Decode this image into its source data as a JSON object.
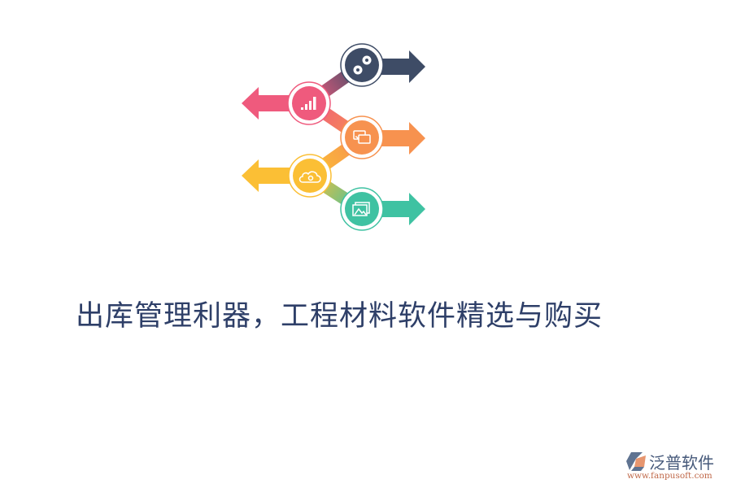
{
  "infographic": {
    "steps": [
      {
        "id": 1,
        "icon": "gears-icon",
        "direction": "right",
        "color": "#3e4c66"
      },
      {
        "id": 2,
        "icon": "bar-chart-icon",
        "direction": "left",
        "color": "#ef5a7d"
      },
      {
        "id": 3,
        "icon": "screen-cast-icon",
        "direction": "right",
        "color": "#f7924f"
      },
      {
        "id": 4,
        "icon": "cloud-sync-icon",
        "direction": "left",
        "color": "#fbbf35"
      },
      {
        "id": 5,
        "icon": "gallery-icon",
        "direction": "right",
        "color": "#3fc2a2"
      }
    ]
  },
  "title": "出库管理利器，工程材料软件精选与购买",
  "logo": {
    "name": "泛普软件",
    "url": "www.fanpusoft.com",
    "colors": {
      "blue": "#5f7391",
      "orange": "#e7966f"
    }
  }
}
